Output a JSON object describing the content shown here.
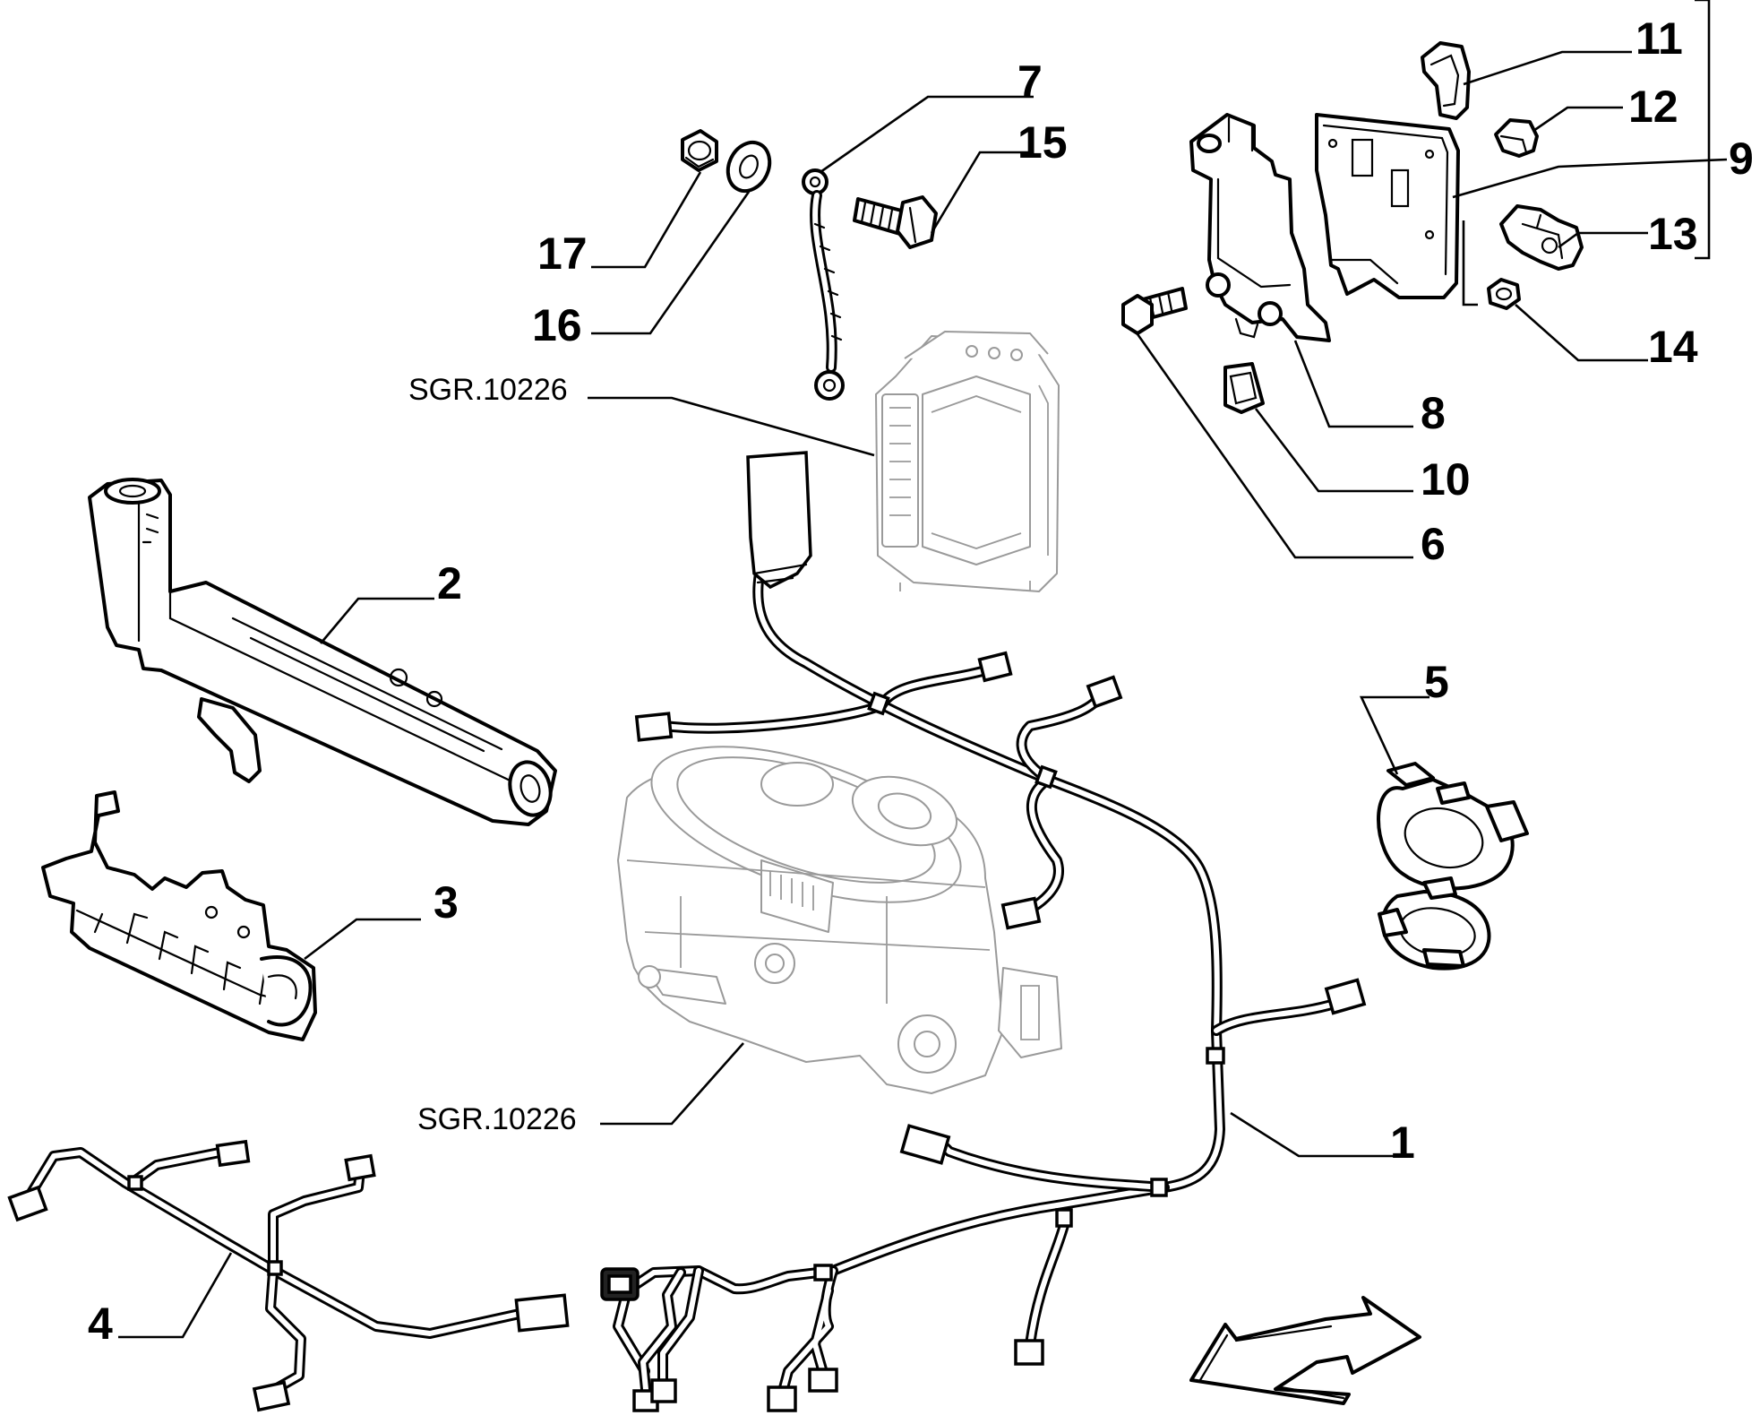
{
  "callouts": {
    "n1": "1",
    "n2": "2",
    "n3": "3",
    "n4": "4",
    "n5": "5",
    "n6": "6",
    "n7": "7",
    "n8": "8",
    "n9": "9",
    "n10": "10",
    "n11": "11",
    "n12": "12",
    "n13": "13",
    "n14": "14",
    "n15": "15",
    "n16": "16",
    "n17": "17"
  },
  "references": {
    "ecu_ref": "SGR.10226",
    "throttle_body_ref": "SGR.10226"
  }
}
